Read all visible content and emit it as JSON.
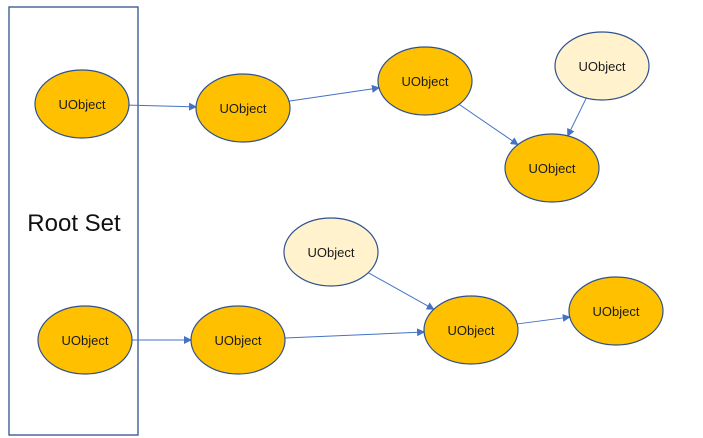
{
  "root_set": {
    "label": "Root Set"
  },
  "colors": {
    "reachable_fill": "#FFC000",
    "unreachable_fill": "#FFF2CC",
    "node_stroke": "#2F528F",
    "edge": "#4472C4",
    "root_box_stroke": "#2F528F"
  },
  "nodes": [
    {
      "id": "r1",
      "label": "UObject",
      "status": "reachable"
    },
    {
      "id": "a1",
      "label": "UObject",
      "status": "reachable"
    },
    {
      "id": "a2",
      "label": "UObject",
      "status": "reachable"
    },
    {
      "id": "a3",
      "label": "UObject",
      "status": "reachable"
    },
    {
      "id": "u1",
      "label": "UObject",
      "status": "unreachable"
    },
    {
      "id": "r2",
      "label": "UObject",
      "status": "reachable"
    },
    {
      "id": "b1",
      "label": "UObject",
      "status": "reachable"
    },
    {
      "id": "b2",
      "label": "UObject",
      "status": "reachable"
    },
    {
      "id": "b3",
      "label": "UObject",
      "status": "reachable"
    },
    {
      "id": "u2",
      "label": "UObject",
      "status": "unreachable"
    }
  ],
  "edges": [
    {
      "from": "r1",
      "to": "a1"
    },
    {
      "from": "a1",
      "to": "a2"
    },
    {
      "from": "a2",
      "to": "a3"
    },
    {
      "from": "u1",
      "to": "a3"
    },
    {
      "from": "r2",
      "to": "b1"
    },
    {
      "from": "b1",
      "to": "b2"
    },
    {
      "from": "u2",
      "to": "b2"
    },
    {
      "from": "b2",
      "to": "b3"
    }
  ]
}
